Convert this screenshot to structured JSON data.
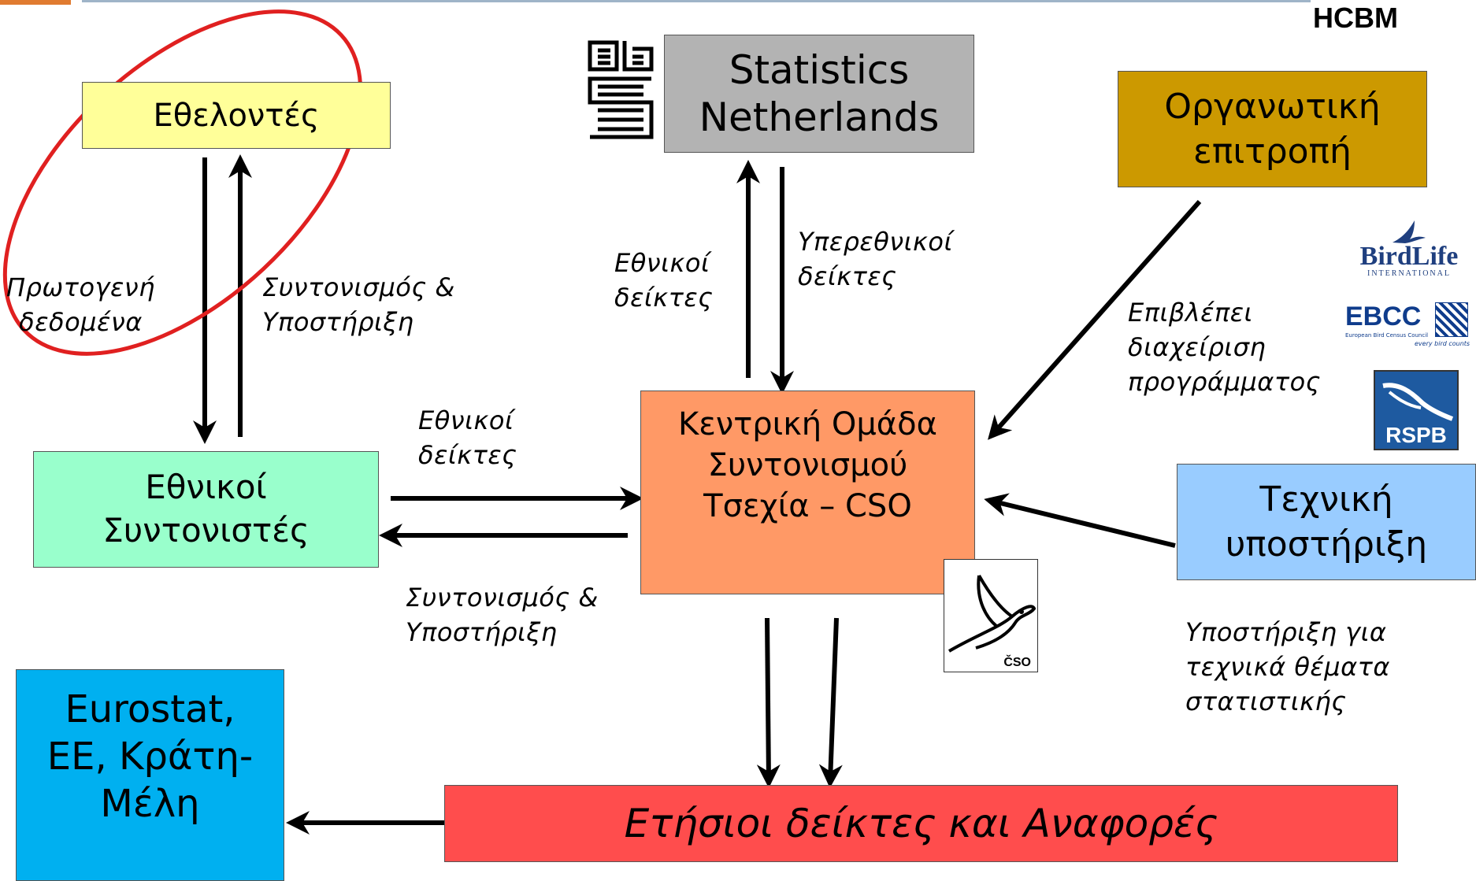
{
  "header": {
    "tag": "HCBM"
  },
  "boxes": {
    "volunteers": "Εθελοντές",
    "statistics_nl": "Statistics\nNetherlands",
    "organizing_committee": "Οργανωτική\nεπιτροπή",
    "national_coordinators": "Εθνικοί\nΣυντονιστές",
    "cso": "Κεντρική Ομάδα\nΣυντονισμού\nΤσεχία – CSO",
    "technical_support": "Τεχνική\nυποστήριξη",
    "eurostat": "Eurostat,\nΕΕ, Κράτη-\nΜέλη",
    "annual_reports": "Ετήσιοι δείκτες και Αναφορές"
  },
  "labels": {
    "primary_data": "Πρωτογενή\nδεδομένα",
    "coord_support_top": "Συντονισμός  &\nΥποστήριξη",
    "national_indices_top": "Εθνικοί\nδείκτες",
    "supranational_indices": "Υπερεθνικοί\nδείκτες",
    "supervises": "Επιβλέπει\nδιαχείριση\nπρογράμματος",
    "national_indices_mid": "Εθνικοί\nδείκτες",
    "coord_support_mid": "Συντονισμός  &\nΥποστήριξη",
    "tech_support_desc": "Υποστήριξη για\nτεχνικά θέματα\nστατιστικής"
  },
  "logos": {
    "birdlife": "BirdLife",
    "birdlife_sub": "INTERNATIONAL",
    "ebcc": "EBCC",
    "ebcc_sub": "European Bird Census Council",
    "ebcc_tag": "every bird counts",
    "rspb": "RSPB",
    "cso": "ČSO"
  },
  "colors": {
    "volunteers": "#ffff99",
    "statistics_nl": "#b3b3b3",
    "organizing_committee": "#cc9900",
    "national_coordinators": "#99ffcc",
    "cso": "#ff9966",
    "technical_support": "#99ccff",
    "eurostat": "#00b0f0",
    "annual_reports": "#ff4d4d",
    "highlight_ellipse": "#e02020"
  }
}
